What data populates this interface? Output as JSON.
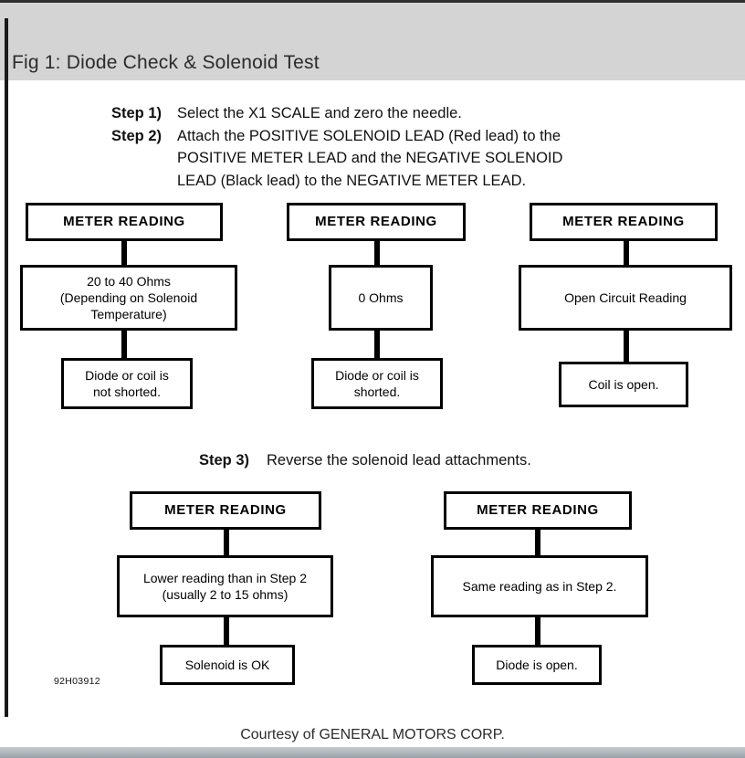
{
  "document": {
    "figure_title": "Fig 1: Diode Check & Solenoid Test",
    "figure_id": "92H03912",
    "courtesy": "Courtesy of GENERAL MOTORS CORP.",
    "colors": {
      "header_band": "#d4d4d4",
      "title_text": "#2b2b2b",
      "box_border": "#000000",
      "page_background": "#ffffff",
      "bottom_band": "#9aa0a8"
    }
  },
  "steps": [
    {
      "label": "Step 1)",
      "lines": [
        "Select the X1 SCALE and zero the needle."
      ]
    },
    {
      "label": "Step 2)",
      "lines": [
        "Attach the POSITIVE SOLENOID LEAD (Red lead) to the",
        "POSITIVE METER LEAD and the NEGATIVE SOLENOID",
        "LEAD (Black lead) to the NEGATIVE METER LEAD."
      ]
    }
  ],
  "step3": {
    "label": "Step 3)",
    "text": "Reverse the solenoid lead attachments."
  },
  "flowcharts": {
    "row1": [
      {
        "head": "METER READING",
        "reading": [
          "20 to 40 Ohms",
          "(Depending on Solenoid",
          "Temperature)"
        ],
        "result": [
          "Diode or coil is",
          "not shorted."
        ]
      },
      {
        "head": "METER READING",
        "reading": [
          "0 Ohms"
        ],
        "result": [
          "Diode or coil is",
          "shorted."
        ]
      },
      {
        "head": "METER READING",
        "reading": [
          "Open Circuit Reading"
        ],
        "result": [
          "Coil is open."
        ]
      }
    ],
    "row2": [
      {
        "head": "METER READING",
        "reading": [
          "Lower reading than in Step 2",
          "(usually 2 to 15 ohms)"
        ],
        "result": [
          "Solenoid is OK"
        ]
      },
      {
        "head": "METER READING",
        "reading": [
          "Same reading as in Step 2."
        ],
        "result": [
          "Diode is open."
        ]
      }
    ]
  }
}
